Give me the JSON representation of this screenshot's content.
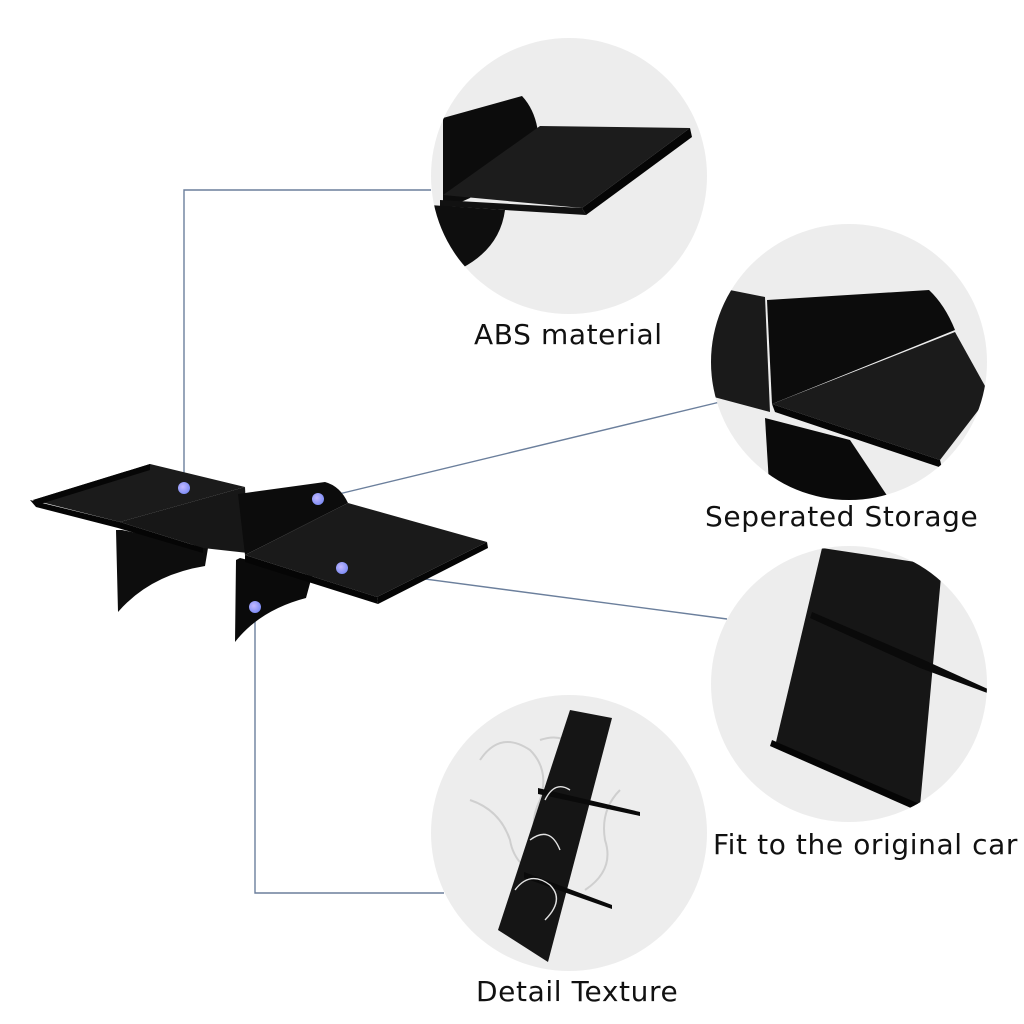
{
  "callouts": {
    "abs_material": "ABS material",
    "seperated_storage": "Seperated Storage",
    "fit_original_car": "Fit to the original car",
    "detail_texture": "Detail Texture"
  },
  "colors": {
    "product": "#141414",
    "product_dark": "#050505",
    "product_edge": "#3a3a3a",
    "circle_bg": "#ededed",
    "leader_line": "#6b7f9c",
    "marker_dot": "#8e94f0"
  }
}
